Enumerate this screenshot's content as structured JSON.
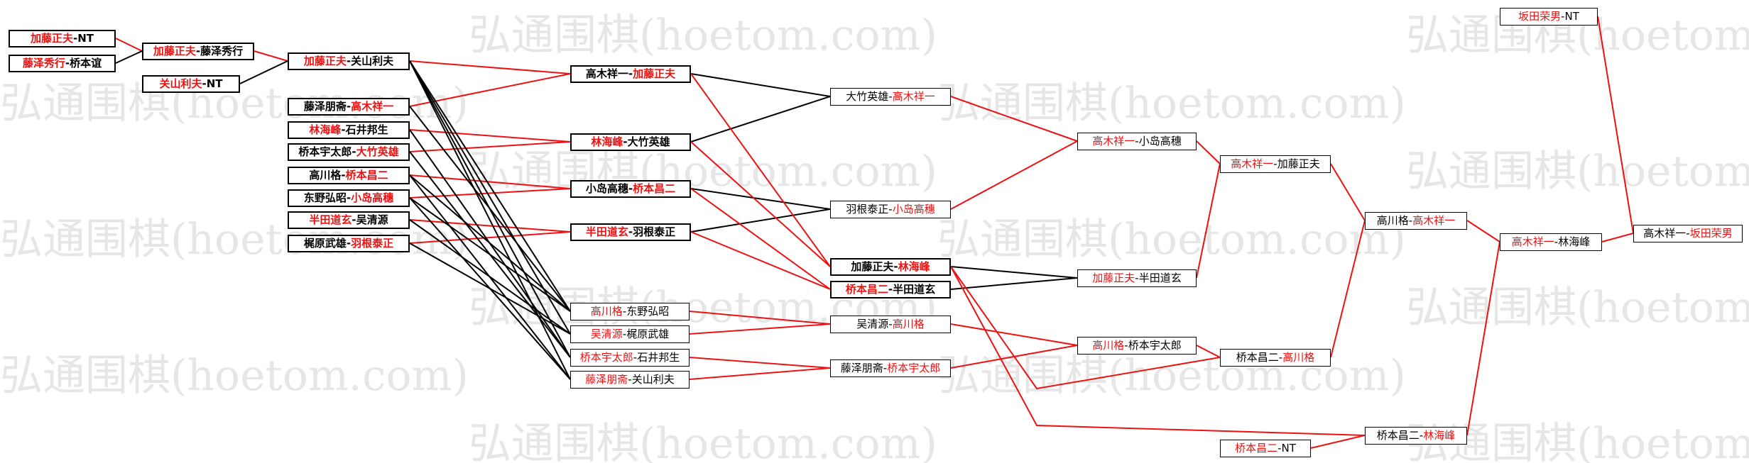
{
  "watermark": {
    "text": "弘通围棋(hoetom.com)",
    "color": "#e6e6e6"
  },
  "colors": {
    "winner": "#ee1111",
    "loser": "#000000",
    "line_win": "#ee1111",
    "line_loss": "#000000"
  },
  "games": [
    {
      "id": "g01",
      "parts": [
        {
          "t": "加藤正夫",
          "w": true
        },
        {
          "t": "-NT",
          "w": false
        }
      ]
    },
    {
      "id": "g02",
      "parts": [
        {
          "t": "藤泽秀行",
          "w": true
        },
        {
          "t": "-桥本谊",
          "w": false
        }
      ]
    },
    {
      "id": "g03",
      "parts": [
        {
          "t": "关山利夫",
          "w": true
        },
        {
          "t": "-NT",
          "w": false
        }
      ]
    },
    {
      "id": "g04",
      "parts": [
        {
          "t": "加藤正夫",
          "w": true
        },
        {
          "t": "-藤泽秀行",
          "w": false
        }
      ]
    },
    {
      "id": "g05",
      "parts": [
        {
          "t": "加藤正夫",
          "w": true
        },
        {
          "t": "-关山利夫",
          "w": false
        }
      ]
    },
    {
      "id": "g06",
      "parts": [
        {
          "t": "藤泽朋斋-",
          "w": false
        },
        {
          "t": "高木祥一",
          "w": true
        }
      ]
    },
    {
      "id": "g07",
      "parts": [
        {
          "t": "林海峰",
          "w": true
        },
        {
          "t": "-石井邦生",
          "w": false
        }
      ]
    },
    {
      "id": "g08",
      "parts": [
        {
          "t": "桥本宇太郎-",
          "w": false
        },
        {
          "t": "大竹英雄",
          "w": true
        }
      ]
    },
    {
      "id": "g09",
      "parts": [
        {
          "t": "高川格-",
          "w": false
        },
        {
          "t": "桥本昌二",
          "w": true
        }
      ]
    },
    {
      "id": "g10",
      "parts": [
        {
          "t": "东野弘昭-",
          "w": false
        },
        {
          "t": "小岛高穗",
          "w": true
        }
      ]
    },
    {
      "id": "g11",
      "parts": [
        {
          "t": "半田道玄",
          "w": true
        },
        {
          "t": "-吴清源",
          "w": false
        }
      ]
    },
    {
      "id": "g12",
      "parts": [
        {
          "t": "梶原武雄-",
          "w": false
        },
        {
          "t": "羽根泰正",
          "w": true
        }
      ]
    },
    {
      "id": "g13",
      "parts": [
        {
          "t": "高木祥一-",
          "w": false
        },
        {
          "t": "加藤正夫",
          "w": true
        }
      ]
    },
    {
      "id": "g14",
      "parts": [
        {
          "t": "林海峰",
          "w": true
        },
        {
          "t": "-大竹英雄",
          "w": false
        }
      ]
    },
    {
      "id": "g15",
      "parts": [
        {
          "t": "小岛高穗-",
          "w": false
        },
        {
          "t": "桥本昌二",
          "w": true
        }
      ]
    },
    {
      "id": "g16",
      "parts": [
        {
          "t": "半田道玄",
          "w": true
        },
        {
          "t": "-羽根泰正",
          "w": false
        }
      ]
    },
    {
      "id": "g17",
      "parts": [
        {
          "t": "高川格",
          "w": true
        },
        {
          "t": "-东野弘昭",
          "w": false
        }
      ]
    },
    {
      "id": "g18",
      "parts": [
        {
          "t": "吴清源",
          "w": true
        },
        {
          "t": "-梶原武雄",
          "w": false
        }
      ]
    },
    {
      "id": "g19",
      "parts": [
        {
          "t": "桥本宇太郎",
          "w": true
        },
        {
          "t": "-石井邦生",
          "w": false
        }
      ]
    },
    {
      "id": "g20",
      "parts": [
        {
          "t": "藤泽朋斋",
          "w": true
        },
        {
          "t": "-关山利夫",
          "w": false
        }
      ]
    },
    {
      "id": "g21",
      "parts": [
        {
          "t": "大竹英雄-",
          "w": false
        },
        {
          "t": "高木祥一",
          "w": true
        }
      ]
    },
    {
      "id": "g22",
      "parts": [
        {
          "t": "羽根泰正-",
          "w": false
        },
        {
          "t": "小岛高穗",
          "w": true
        }
      ]
    },
    {
      "id": "g23",
      "parts": [
        {
          "t": "加藤正夫-",
          "w": false
        },
        {
          "t": "林海峰",
          "w": true
        }
      ]
    },
    {
      "id": "g24",
      "parts": [
        {
          "t": "桥本昌二",
          "w": true
        },
        {
          "t": "-半田道玄",
          "w": false
        }
      ]
    },
    {
      "id": "g25",
      "parts": [
        {
          "t": "吴清源-",
          "w": false
        },
        {
          "t": "高川格",
          "w": true
        }
      ]
    },
    {
      "id": "g26",
      "parts": [
        {
          "t": "藤泽朋斋-",
          "w": false
        },
        {
          "t": "桥本宇太郎",
          "w": true
        }
      ]
    },
    {
      "id": "g27",
      "parts": [
        {
          "t": "高木祥一",
          "w": true
        },
        {
          "t": "-小岛高穗",
          "w": false
        }
      ]
    },
    {
      "id": "g28",
      "parts": [
        {
          "t": "加藤正夫",
          "w": true
        },
        {
          "t": "-半田道玄",
          "w": false
        }
      ]
    },
    {
      "id": "g29",
      "parts": [
        {
          "t": "高川格",
          "w": true
        },
        {
          "t": "-桥本宇太郎",
          "w": false
        }
      ]
    },
    {
      "id": "g30",
      "parts": [
        {
          "t": "高木祥一",
          "w": true
        },
        {
          "t": "-加藤正夫",
          "w": false
        }
      ]
    },
    {
      "id": "g31",
      "parts": [
        {
          "t": "桥本昌二-",
          "w": false
        },
        {
          "t": "高川格",
          "w": true
        }
      ]
    },
    {
      "id": "g32",
      "parts": [
        {
          "t": "高川格-",
          "w": false
        },
        {
          "t": "高木祥一",
          "w": true
        }
      ]
    },
    {
      "id": "g33",
      "parts": [
        {
          "t": "桥本昌二-",
          "w": false
        },
        {
          "t": "林海峰",
          "w": true
        }
      ]
    },
    {
      "id": "g34",
      "parts": [
        {
          "t": "桥本昌二",
          "w": true
        },
        {
          "t": "-NT",
          "w": false
        }
      ]
    },
    {
      "id": "g35",
      "parts": [
        {
          "t": "高木祥一",
          "w": true
        },
        {
          "t": "-林海峰",
          "w": false
        }
      ]
    },
    {
      "id": "g36",
      "parts": [
        {
          "t": "坂田荣男",
          "w": true
        },
        {
          "t": "-NT",
          "w": false
        }
      ]
    },
    {
      "id": "g37",
      "parts": [
        {
          "t": "高木祥一-",
          "w": false
        },
        {
          "t": "坂田荣男",
          "w": true
        }
      ]
    }
  ]
}
